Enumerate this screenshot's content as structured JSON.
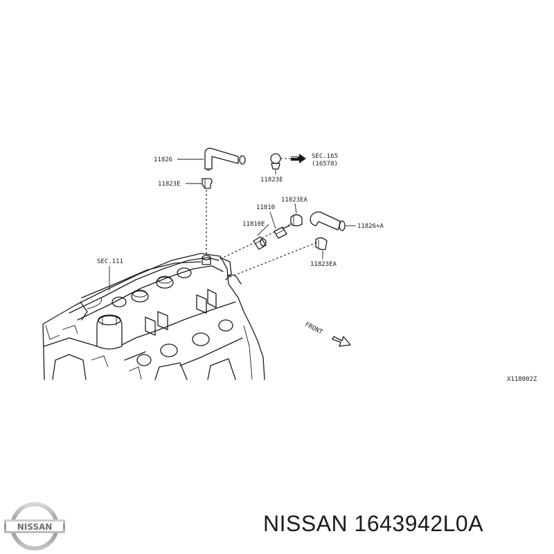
{
  "labels": {
    "hose_upper": "11826",
    "clip_left": "11823E",
    "clip_top": "11823E",
    "sec_165": "SEC.165",
    "sec_165_ref": "(16578)",
    "valve_assy": "11810",
    "valve_seal": "11810E",
    "clamp_ea_upper": "11823EA",
    "hose_right": "11826+A",
    "clamp_ea_lower": "11823EA",
    "sec_111": "SEC.111",
    "front": "FRONT",
    "diagram_code": "X118002Z"
  },
  "footer": {
    "title": "NISSAN 1643942L0A",
    "logo_text": "NISSAN"
  },
  "colors": {
    "ink": "#1a1a1a",
    "logo_silver": "#9a9a9a",
    "background": "#ffffff"
  },
  "icons": {
    "arrow": "double-arrow-right-icon",
    "front": "front-arrow-icon",
    "logo": "nissan-logo-icon"
  }
}
